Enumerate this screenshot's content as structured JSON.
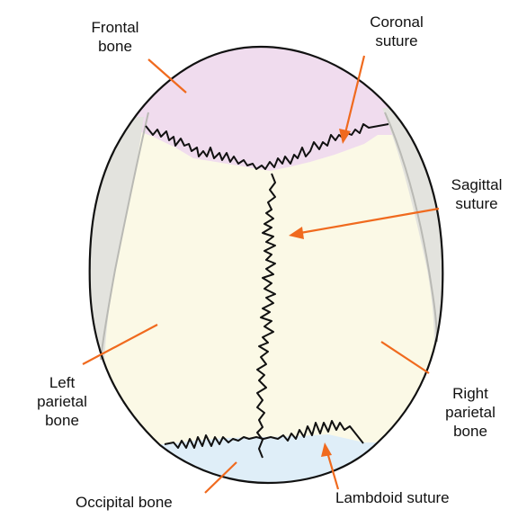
{
  "colors": {
    "frontal_fill": "#f0dcee",
    "parietal_fill": "#fbf9e6",
    "occipital_fill": "#dfeef8",
    "side_shadow": "#e3e3de",
    "outline": "#111111",
    "arrow": "#f06a1e"
  },
  "labels": {
    "frontal_bone": {
      "line1": "Frontal",
      "line2": "bone"
    },
    "coronal_suture": {
      "line1": "Coronal",
      "line2": "suture"
    },
    "sagittal_suture": {
      "line1": "Sagittal",
      "line2": "suture"
    },
    "left_parietal_bone": {
      "line1": "Left",
      "line2": "parietal",
      "line3": "bone"
    },
    "right_parietal_bone": {
      "line1": "Right",
      "line2": "parietal",
      "line3": "bone"
    },
    "occipital_bone": {
      "line1": "Occipital bone"
    },
    "lambdoid_suture": {
      "line1": "Lambdoid suture"
    }
  }
}
